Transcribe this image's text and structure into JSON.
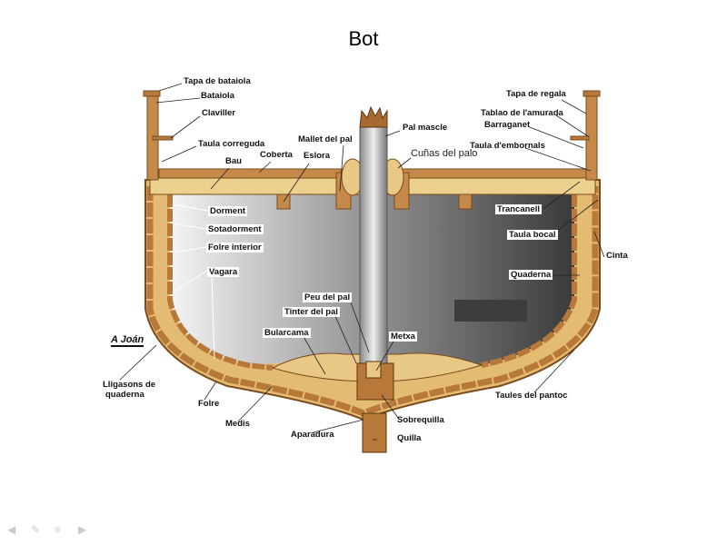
{
  "slide": {
    "title": "Bot"
  },
  "signature": "A Joán",
  "labels": {
    "tapa_bataiola": "Tapa de bataiola",
    "bataiola": "Bataiola",
    "claviller": "Claviller",
    "taula_correguda": "Taula correguda",
    "bau": "Bau",
    "coberta": "Coberta",
    "mallet": "Mallet del pal",
    "eslora": "Eslora",
    "dorment": "Dorment",
    "sotadorment": "Sotadorment",
    "folre_interior": "Folre interior",
    "vagara": "Vagara",
    "pal_mascle": "Pal mascle",
    "cunas": "Cuñas del palo",
    "tapa_regala": "Tapa de regala",
    "tablao": "Tablao de l'amurada",
    "barraganet": "Barraganet",
    "taula_embornals": "Taula d'embornals",
    "trancanell": "Trancanell",
    "taula_bocal": "Taula bocal",
    "cinta": "Cinta",
    "quaderna": "Quaderna",
    "peu_pal": "Peu del pal",
    "tinter_pal": "Tinter del pal",
    "bularcama": "Bularcama",
    "metxa": "Metxa",
    "lligasons_1": "Lligasons de",
    "lligasons_2": "quaderna",
    "folre": "Folre",
    "medis": "Medis",
    "aparadura": "Aparadura",
    "sobrequilla": "Sobrequilla",
    "quilla": "Quilla",
    "taules_pantoc": "Taules del pantoc"
  },
  "nav": {
    "prev": "◀",
    "pen": "✎",
    "menu": "≡",
    "next": "▶"
  }
}
